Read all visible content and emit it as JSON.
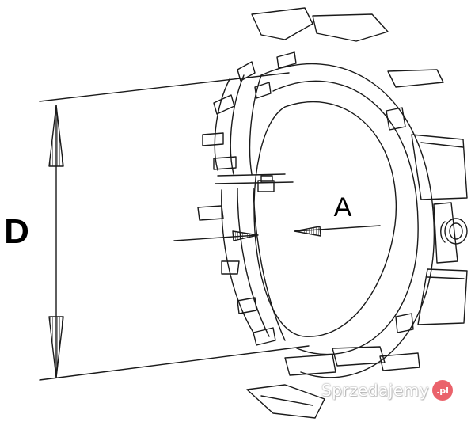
{
  "diagram": {
    "labels": {
      "diameter": "D",
      "inner_ring": "A"
    },
    "watermark": {
      "text": "Sprzedajemy",
      "badge": ".pl",
      "badge_color": "#e8525b"
    },
    "line_color": "#1a1a1a"
  }
}
